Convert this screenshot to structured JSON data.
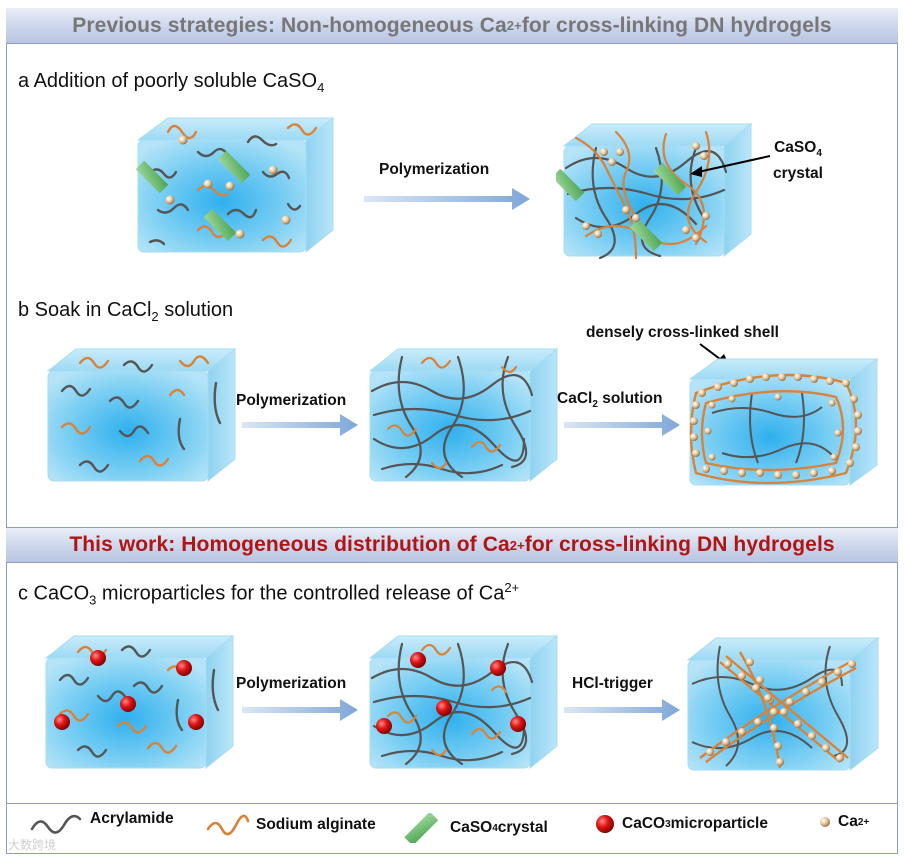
{
  "banner_top": {
    "prefix": "Previous strategies: Non-homogeneous Ca",
    "sup": "2+",
    "suffix": " for cross-linking DN hydrogels"
  },
  "banner_mid": {
    "prefix": "This work: Homogeneous distribution of Ca",
    "sup": "2+",
    "suffix": " for cross-linking DN hydrogels"
  },
  "section_a": {
    "prefix": "a Addition of poorly soluble CaSO",
    "sub": "4"
  },
  "section_b": {
    "prefix": "b Soak in CaCl",
    "sub": "2",
    "suffix": " solution"
  },
  "section_c": {
    "prefix": "c CaCO",
    "sub": "3",
    "mid": " microparticles for the controlled release of Ca",
    "sup": "2+"
  },
  "labels": {
    "polymerization": "Polymerization",
    "caso4_prefix": "CaSO",
    "caso4_sub": "4",
    "crystal": "crystal",
    "shell": "densely cross-linked shell",
    "cacl2_prefix": "CaCl",
    "cacl2_sub": "2",
    "cacl2_suffix": " solution",
    "hcl": "HCl-trigger"
  },
  "legend": {
    "acrylamide": "Acrylamide",
    "alginate": "Sodium alginate",
    "caso4_prefix": "CaSO",
    "caso4_sub": "4",
    "caso4_suffix": " crystal",
    "caco3_prefix": "CaCO",
    "caco3_sub": "3",
    "caco3_suffix": " microparticle",
    "ca_prefix": "Ca",
    "ca_sup": "2+"
  },
  "watermark": "大数跨境",
  "colors": {
    "gel": "#8fd4f2",
    "alginate": "#d9823a",
    "acrylamide": "#555555",
    "crystal": "#6fbf72",
    "caco3": "#d21414",
    "ca_bead": "#e8cfa5",
    "banner_mid_text": "#b01515",
    "banner_top_text": "#777777",
    "arrow": "#8fb2de"
  }
}
